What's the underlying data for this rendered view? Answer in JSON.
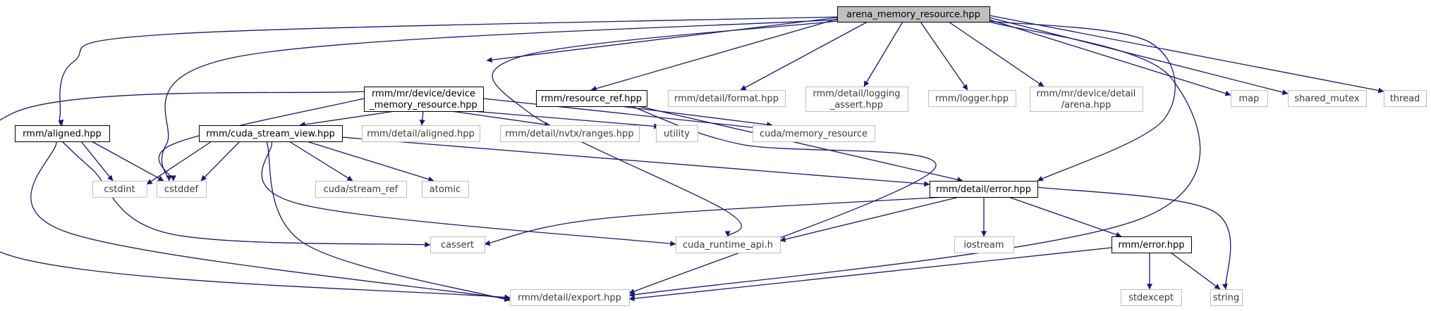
{
  "diagram": {
    "type": "include-dependency-graph",
    "colors": {
      "edge": "#191970",
      "root_fill": "#bfbfbf",
      "documented_border": "#000000",
      "external_border": "#bfbfbf",
      "external_text": "#3b3b3b"
    },
    "nodes": [
      {
        "id": "root",
        "name": "node-arena-memory-resource",
        "lines": [
          "arena_memory_resource.hpp"
        ],
        "kind": "root"
      },
      {
        "id": "devres",
        "name": "node-device-memory-resource",
        "lines": [
          "rmm/mr/device/device",
          "_memory_resource.hpp"
        ],
        "kind": "primary"
      },
      {
        "id": "resref",
        "name": "node-resource-ref",
        "lines": [
          "rmm/resource_ref.hpp"
        ],
        "kind": "primary"
      },
      {
        "id": "format",
        "name": "node-detail-format",
        "lines": [
          "rmm/detail/format.hpp"
        ],
        "kind": "external"
      },
      {
        "id": "logassert",
        "name": "node-logging-assert",
        "lines": [
          "rmm/detail/logging",
          "_assert.hpp"
        ],
        "kind": "external"
      },
      {
        "id": "logger",
        "name": "node-logger",
        "lines": [
          "rmm/logger.hpp"
        ],
        "kind": "external"
      },
      {
        "id": "arena",
        "name": "node-detail-arena",
        "lines": [
          "rmm/mr/device/detail",
          "/arena.hpp"
        ],
        "kind": "external"
      },
      {
        "id": "map",
        "name": "node-map",
        "lines": [
          "map"
        ],
        "kind": "external"
      },
      {
        "id": "shmutex",
        "name": "node-shared-mutex",
        "lines": [
          "shared_mutex"
        ],
        "kind": "external"
      },
      {
        "id": "thread",
        "name": "node-thread",
        "lines": [
          "thread"
        ],
        "kind": "external"
      },
      {
        "id": "aligned",
        "name": "node-aligned",
        "lines": [
          "rmm/aligned.hpp"
        ],
        "kind": "primary"
      },
      {
        "id": "csv",
        "name": "node-cuda-stream-view",
        "lines": [
          "rmm/cuda_stream_view.hpp"
        ],
        "kind": "primary"
      },
      {
        "id": "dalign",
        "name": "node-detail-aligned",
        "lines": [
          "rmm/detail/aligned.hpp"
        ],
        "kind": "external"
      },
      {
        "id": "nvtx",
        "name": "node-nvtx-ranges",
        "lines": [
          "rmm/detail/nvtx/ranges.hpp"
        ],
        "kind": "external"
      },
      {
        "id": "utility",
        "name": "node-utility",
        "lines": [
          "utility"
        ],
        "kind": "external"
      },
      {
        "id": "cudamr",
        "name": "node-cuda-memory-resource",
        "lines": [
          "cuda/memory_resource"
        ],
        "kind": "external"
      },
      {
        "id": "cstdint",
        "name": "node-cstdint",
        "lines": [
          "cstdint"
        ],
        "kind": "external"
      },
      {
        "id": "cstddef",
        "name": "node-cstddef",
        "lines": [
          "cstddef"
        ],
        "kind": "external"
      },
      {
        "id": "streamref",
        "name": "node-cuda-stream-ref",
        "lines": [
          "cuda/stream_ref"
        ],
        "kind": "external"
      },
      {
        "id": "atomic",
        "name": "node-atomic",
        "lines": [
          "atomic"
        ],
        "kind": "external"
      },
      {
        "id": "derror",
        "name": "node-detail-error",
        "lines": [
          "rmm/detail/error.hpp"
        ],
        "kind": "primary"
      },
      {
        "id": "cassert",
        "name": "node-cassert",
        "lines": [
          "cassert"
        ],
        "kind": "external"
      },
      {
        "id": "cuda_rt",
        "name": "node-cuda-runtime-api",
        "lines": [
          "cuda_runtime_api.h"
        ],
        "kind": "external"
      },
      {
        "id": "iostream",
        "name": "node-iostream",
        "lines": [
          "iostream"
        ],
        "kind": "external"
      },
      {
        "id": "error",
        "name": "node-error",
        "lines": [
          "rmm/error.hpp"
        ],
        "kind": "primary"
      },
      {
        "id": "export",
        "name": "node-detail-export",
        "lines": [
          "rmm/detail/export.hpp"
        ],
        "kind": "external"
      },
      {
        "id": "stdexcept",
        "name": "node-stdexcept",
        "lines": [
          "stdexcept"
        ],
        "kind": "external"
      },
      {
        "id": "string",
        "name": "node-string",
        "lines": [
          "string"
        ],
        "kind": "external"
      }
    ],
    "edges": [
      [
        "root",
        "aligned"
      ],
      [
        "root",
        "cstddef"
      ],
      [
        "root",
        "devres"
      ],
      [
        "root",
        "cuda_rt"
      ],
      [
        "root",
        "resref"
      ],
      [
        "root",
        "format"
      ],
      [
        "root",
        "logassert"
      ],
      [
        "root",
        "logger"
      ],
      [
        "root",
        "arena"
      ],
      [
        "root",
        "map"
      ],
      [
        "root",
        "shmutex"
      ],
      [
        "root",
        "thread"
      ],
      [
        "root",
        "derror"
      ],
      [
        "root",
        "export"
      ],
      [
        "devres",
        "export"
      ],
      [
        "devres",
        "cstddef"
      ],
      [
        "devres",
        "csv"
      ],
      [
        "devres",
        "dalign"
      ],
      [
        "devres",
        "nvtx"
      ],
      [
        "devres",
        "utility"
      ],
      [
        "devres",
        "cudamr"
      ],
      [
        "resref",
        "cudamr"
      ],
      [
        "resref",
        "derror"
      ],
      [
        "resref",
        "export"
      ],
      [
        "aligned",
        "cstdint"
      ],
      [
        "aligned",
        "cstddef"
      ],
      [
        "aligned",
        "cassert"
      ],
      [
        "aligned",
        "export"
      ],
      [
        "csv",
        "cstdint"
      ],
      [
        "csv",
        "cstddef"
      ],
      [
        "csv",
        "streamref"
      ],
      [
        "csv",
        "atomic"
      ],
      [
        "csv",
        "derror"
      ],
      [
        "csv",
        "cuda_rt"
      ],
      [
        "csv",
        "export"
      ],
      [
        "derror",
        "cassert"
      ],
      [
        "derror",
        "cuda_rt"
      ],
      [
        "derror",
        "iostream"
      ],
      [
        "derror",
        "error"
      ],
      [
        "derror",
        "string"
      ],
      [
        "error",
        "stdexcept"
      ],
      [
        "error",
        "string"
      ],
      [
        "error",
        "export"
      ]
    ]
  }
}
